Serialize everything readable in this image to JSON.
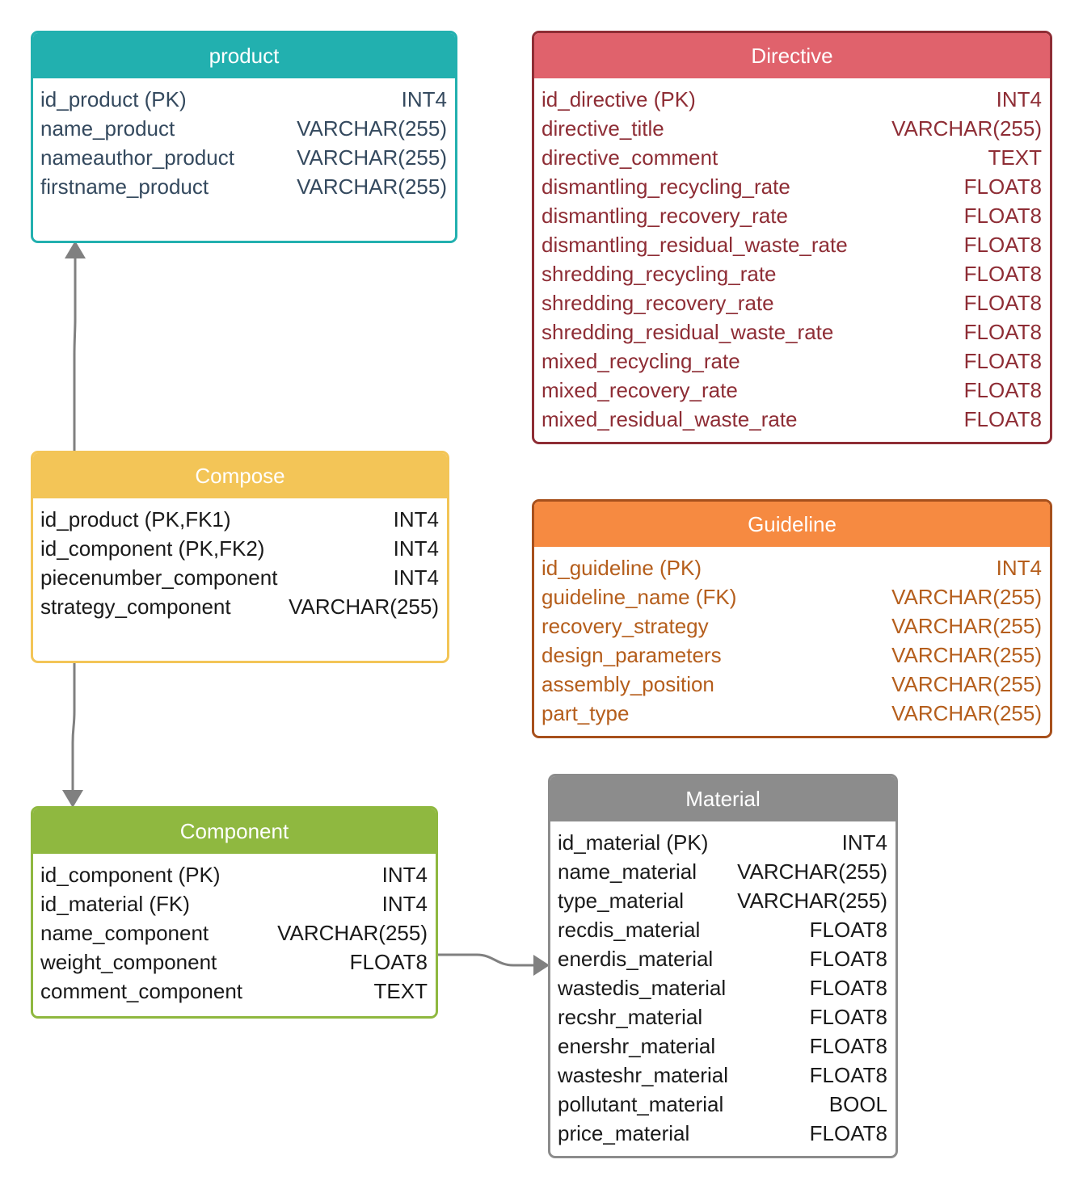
{
  "tables": [
    {
      "key": "product",
      "name": "product",
      "colors": {
        "border": "#22b0af",
        "header": "#22b0af",
        "text": "#34495e"
      },
      "fields": [
        {
          "name": "id_product (PK)",
          "type": "INT4"
        },
        {
          "name": "name_product",
          "type": "VARCHAR(255)"
        },
        {
          "name": "nameauthor_product",
          "type": "VARCHAR(255)"
        },
        {
          "name": "firstname_product",
          "type": "VARCHAR(255)"
        }
      ]
    },
    {
      "key": "directive",
      "name": "Directive",
      "colors": {
        "border": "#8e2d35",
        "header": "#e0626c",
        "text": "#8e2d35"
      },
      "fields": [
        {
          "name": "id_directive (PK)",
          "type": "INT4"
        },
        {
          "name": "directive_title",
          "type": "VARCHAR(255)"
        },
        {
          "name": "directive_comment",
          "type": "TEXT"
        },
        {
          "name": "dismantling_recycling_rate",
          "type": "FLOAT8"
        },
        {
          "name": "dismantling_recovery_rate",
          "type": "FLOAT8"
        },
        {
          "name": "dismantling_residual_waste_rate",
          "type": "FLOAT8"
        },
        {
          "name": "shredding_recycling_rate",
          "type": "FLOAT8"
        },
        {
          "name": "shredding_recovery_rate",
          "type": "FLOAT8"
        },
        {
          "name": "shredding_residual_waste_rate",
          "type": "FLOAT8"
        },
        {
          "name": "mixed_recycling_rate",
          "type": "FLOAT8"
        },
        {
          "name": "mixed_recovery_rate",
          "type": "FLOAT8"
        },
        {
          "name": "mixed_residual_waste_rate",
          "type": "FLOAT8"
        }
      ]
    },
    {
      "key": "compose",
      "name": "Compose",
      "colors": {
        "border": "#f3c557",
        "header": "#f3c557",
        "text": "#1a1a1a"
      },
      "fields": [
        {
          "name": "id_product (PK,FK1)",
          "type": "INT4"
        },
        {
          "name": "id_component (PK,FK2)",
          "type": "INT4"
        },
        {
          "name": "piecenumber_component",
          "type": "INT4"
        },
        {
          "name": "strategy_component",
          "type": "VARCHAR(255)"
        }
      ]
    },
    {
      "key": "guideline",
      "name": "Guideline",
      "colors": {
        "border": "#a7501c",
        "header": "#f68a41",
        "text": "#b55e1c"
      },
      "fields": [
        {
          "name": "id_guideline (PK)",
          "type": "INT4"
        },
        {
          "name": "guideline_name (FK)",
          "type": "VARCHAR(255)"
        },
        {
          "name": "recovery_strategy",
          "type": "VARCHAR(255)"
        },
        {
          "name": "design_parameters",
          "type": "VARCHAR(255)"
        },
        {
          "name": "assembly_position",
          "type": "VARCHAR(255)"
        },
        {
          "name": "part_type",
          "type": "VARCHAR(255)"
        }
      ]
    },
    {
      "key": "component",
      "name": "Component",
      "colors": {
        "border": "#8fb840",
        "header": "#8fb840",
        "text": "#1a1a1a"
      },
      "fields": [
        {
          "name": "id_component (PK)",
          "type": "INT4"
        },
        {
          "name": "id_material (FK)",
          "type": "INT4"
        },
        {
          "name": "name_component",
          "type": "VARCHAR(255)"
        },
        {
          "name": "weight_component",
          "type": "FLOAT8"
        },
        {
          "name": "comment_component",
          "type": "TEXT"
        }
      ]
    },
    {
      "key": "material",
      "name": "Material",
      "colors": {
        "border": "#8c8c8c",
        "header": "#8c8c8c",
        "text": "#1a1a1a"
      },
      "fields": [
        {
          "name": "id_material (PK)",
          "type": "INT4"
        },
        {
          "name": "name_material",
          "type": "VARCHAR(255)"
        },
        {
          "name": "type_material",
          "type": "VARCHAR(255)"
        },
        {
          "name": "recdis_material",
          "type": "FLOAT8"
        },
        {
          "name": "enerdis_material",
          "type": "FLOAT8"
        },
        {
          "name": "wastedis_material",
          "type": "FLOAT8"
        },
        {
          "name": "recshr_material",
          "type": "FLOAT8"
        },
        {
          "name": "enershr_material",
          "type": "FLOAT8"
        },
        {
          "name": "wasteshr_material",
          "type": "FLOAT8"
        },
        {
          "name": "pollutant_material",
          "type": "BOOL"
        },
        {
          "name": "price_material",
          "type": "FLOAT8"
        }
      ]
    }
  ],
  "relations": [
    {
      "from": "compose",
      "to": "product"
    },
    {
      "from": "compose",
      "to": "component"
    },
    {
      "from": "component",
      "to": "material"
    }
  ],
  "connector_color": "#808080"
}
